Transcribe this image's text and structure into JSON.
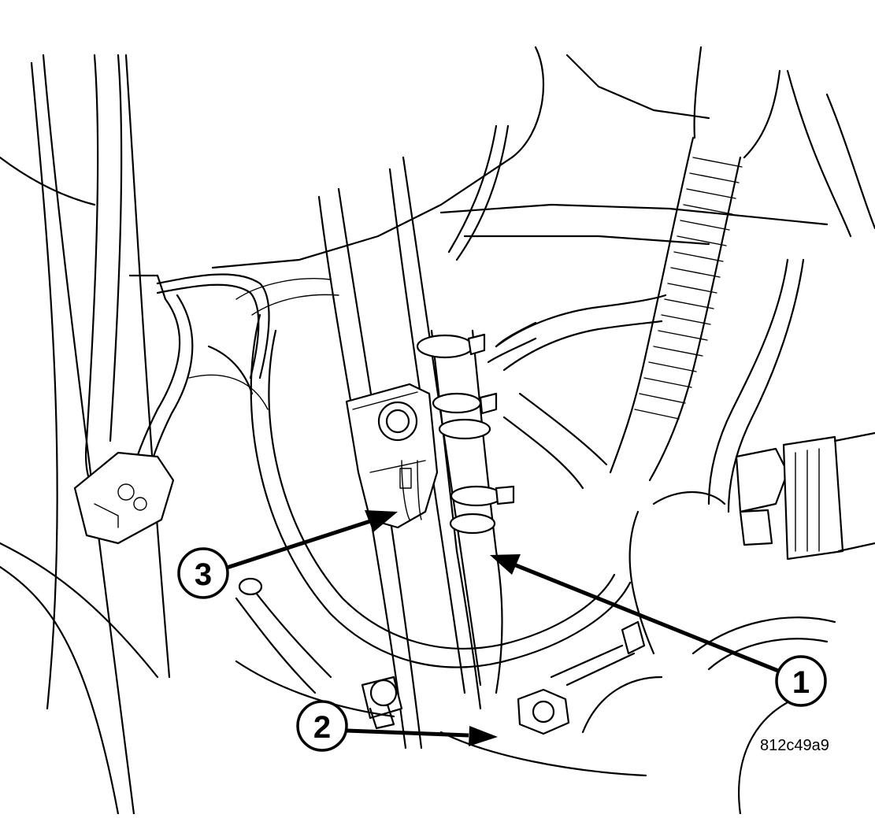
{
  "figure": {
    "id_label": "812c49a9"
  },
  "callouts": [
    {
      "number": "1"
    },
    {
      "number": "2"
    },
    {
      "number": "3"
    }
  ]
}
